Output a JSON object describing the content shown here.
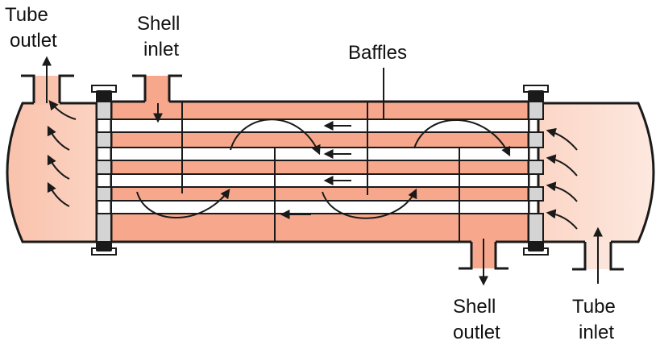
{
  "labels": {
    "tube_outlet": [
      "Tube",
      "outlet"
    ],
    "shell_inlet": [
      "Shell",
      "inlet"
    ],
    "baffles": "Baffles",
    "shell_outlet": [
      "Shell",
      "outlet"
    ],
    "tube_inlet": [
      "Tube",
      "inlet"
    ]
  },
  "colors": {
    "shell_fluid": "#f7a88c",
    "channel_fluid": "#fbd7c8",
    "tube_wall": "#ffffff",
    "tubesheet": "#d4d4d4",
    "outline": "#1a1a1a"
  },
  "icons": {
    "flow_arrow": "arrow-icon",
    "flange_bolt": "bolt-icon"
  }
}
